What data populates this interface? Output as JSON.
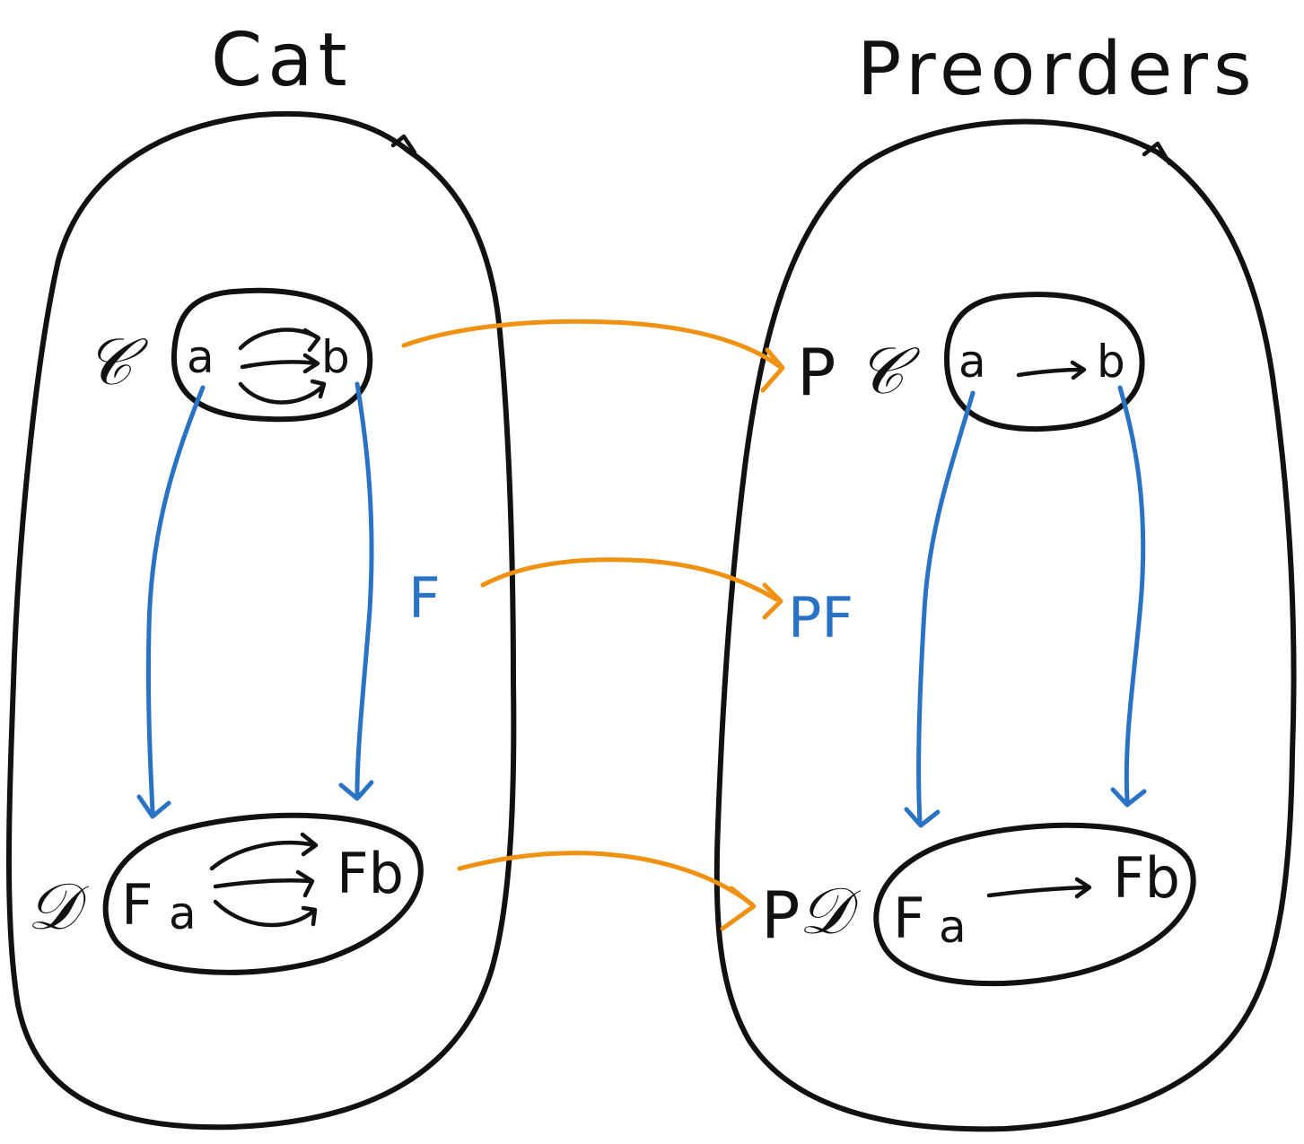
{
  "colors": {
    "ink": "#111111",
    "functor_blue": "#2a72c4",
    "mapping_orange": "#ef9112"
  },
  "left": {
    "title": "Cat",
    "source_category": {
      "label": "𝒞",
      "object_a": "a",
      "object_b": "b"
    },
    "target_category": {
      "label": "𝒟",
      "object_fa_F": "F",
      "object_fa_sub": "a",
      "object_fb": "Fb"
    },
    "functor": "F"
  },
  "right": {
    "title": "Preorders",
    "source_category": {
      "prefix": "P",
      "label": "𝒞",
      "object_a": "a",
      "object_b": "b"
    },
    "target_category": {
      "prefix": "P",
      "label": "𝒟",
      "object_fa_F": "F",
      "object_fa_sub": "a",
      "object_fb": "Fb"
    },
    "functor": "PF"
  }
}
